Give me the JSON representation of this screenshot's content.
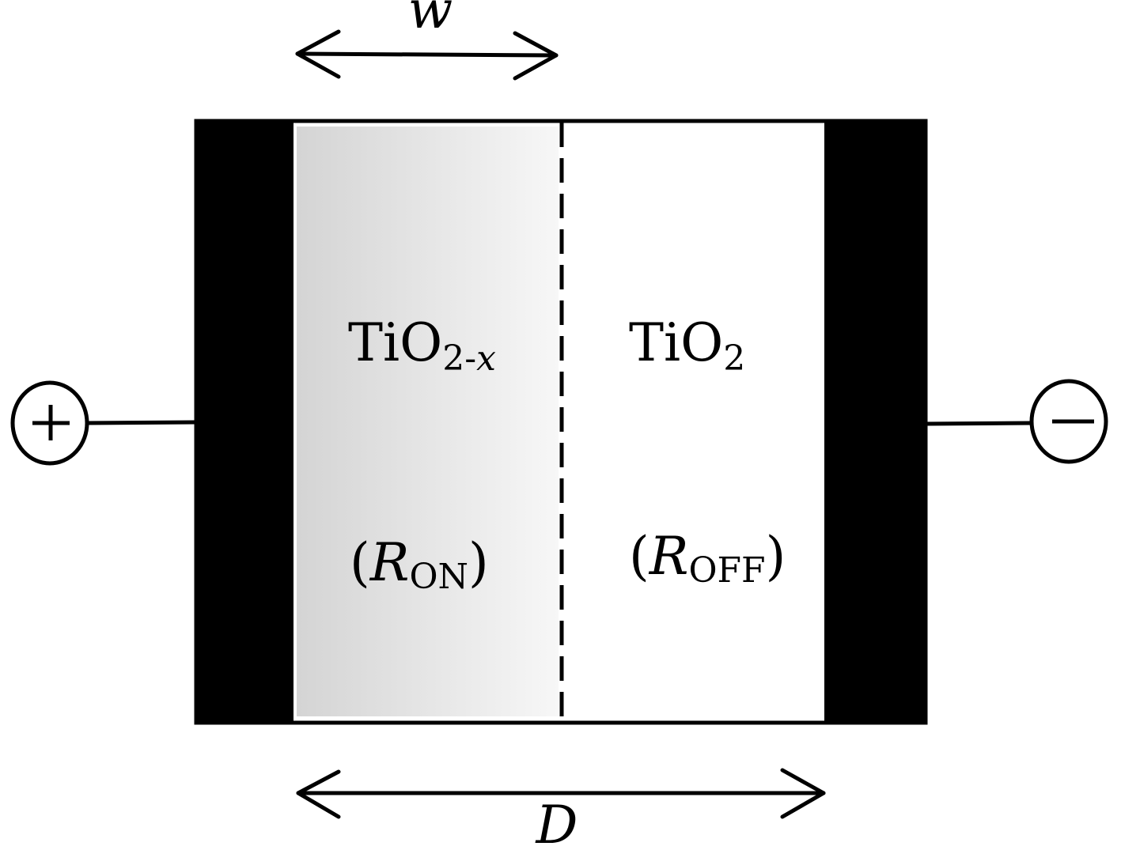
{
  "dimension_labels": {
    "w": "w",
    "D": "D"
  },
  "regions": {
    "doped": {
      "material_base": "TiO",
      "material_subscript_num": "2-",
      "material_subscript_var": "x",
      "resistance_open": "(",
      "resistance_symbol": "R",
      "resistance_subscript": "ON",
      "resistance_close": ")"
    },
    "undoped": {
      "material_base": "TiO",
      "material_subscript": "2",
      "resistance_open": "(",
      "resistance_symbol": "R",
      "resistance_subscript": "OFF",
      "resistance_close": ")"
    }
  },
  "terminals": {
    "positive": "+",
    "negative": "−"
  },
  "colors": {
    "electrode": "#000000",
    "doped_gradient_start": "#d4d4d4",
    "doped_gradient_end": "#f7f7f7",
    "undoped": "#ffffff",
    "stroke": "#000000"
  }
}
